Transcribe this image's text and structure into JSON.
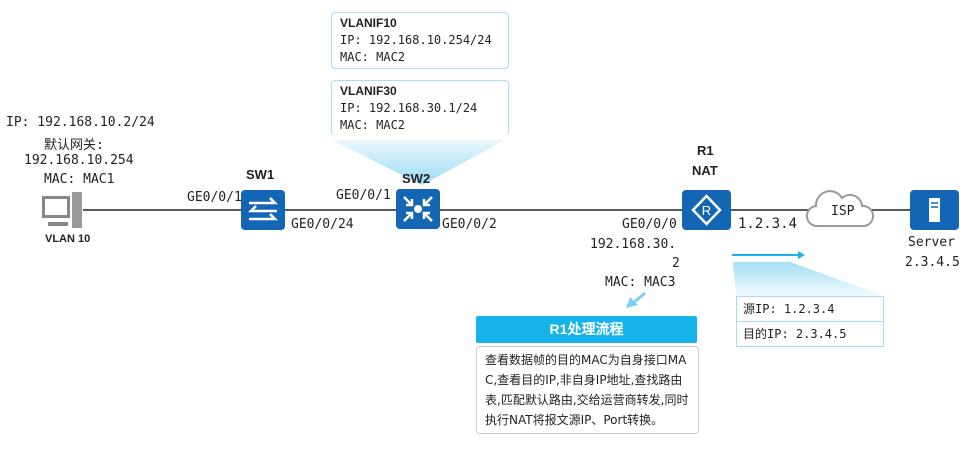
{
  "pc": {
    "ip": "IP: 192.168.10.2/24",
    "gateway_label": "默认网关:",
    "gateway": "192.168.10.254",
    "mac": "MAC: MAC1",
    "vlan": "VLAN 10"
  },
  "sw1": {
    "name": "SW1",
    "port_left": "GE0/0/1",
    "port_right": "GE0/0/24"
  },
  "sw2": {
    "name": "SW2",
    "port_left": "GE0/0/1",
    "port_right": "GE0/0/2",
    "vlanif10": {
      "title": "VLANIF10",
      "ip": "IP: 192.168.10.254/24",
      "mac": "MAC: MAC2"
    },
    "vlanif30": {
      "title": "VLANIF30",
      "ip": "IP: 192.168.30.1/24",
      "mac": "MAC: MAC2"
    }
  },
  "r1": {
    "name": "R1",
    "role": "NAT",
    "port": "GE0/0/0",
    "ip_a": "192.168.30.",
    "ip_b": "2",
    "mac": "MAC: MAC3",
    "wan_ip": "1.2.3.4"
  },
  "isp": {
    "label": "ISP"
  },
  "server": {
    "name": "Server",
    "ip": "2.3.4.5"
  },
  "nat_packet": {
    "src": "源IP: 1.2.3.4",
    "dst": "目的IP: 2.3.4.5"
  },
  "process": {
    "title": "R1处理流程",
    "body": "查看数据帧的目的MAC为自身接口MAC,查看目的IP,非自身IP地址,查找路由表,匹配默认路由,交给运营商转发,同时执行NAT将报文源IP、Port转换。"
  },
  "colors": {
    "device": "#1565b5",
    "accent": "#1eb4ea"
  }
}
